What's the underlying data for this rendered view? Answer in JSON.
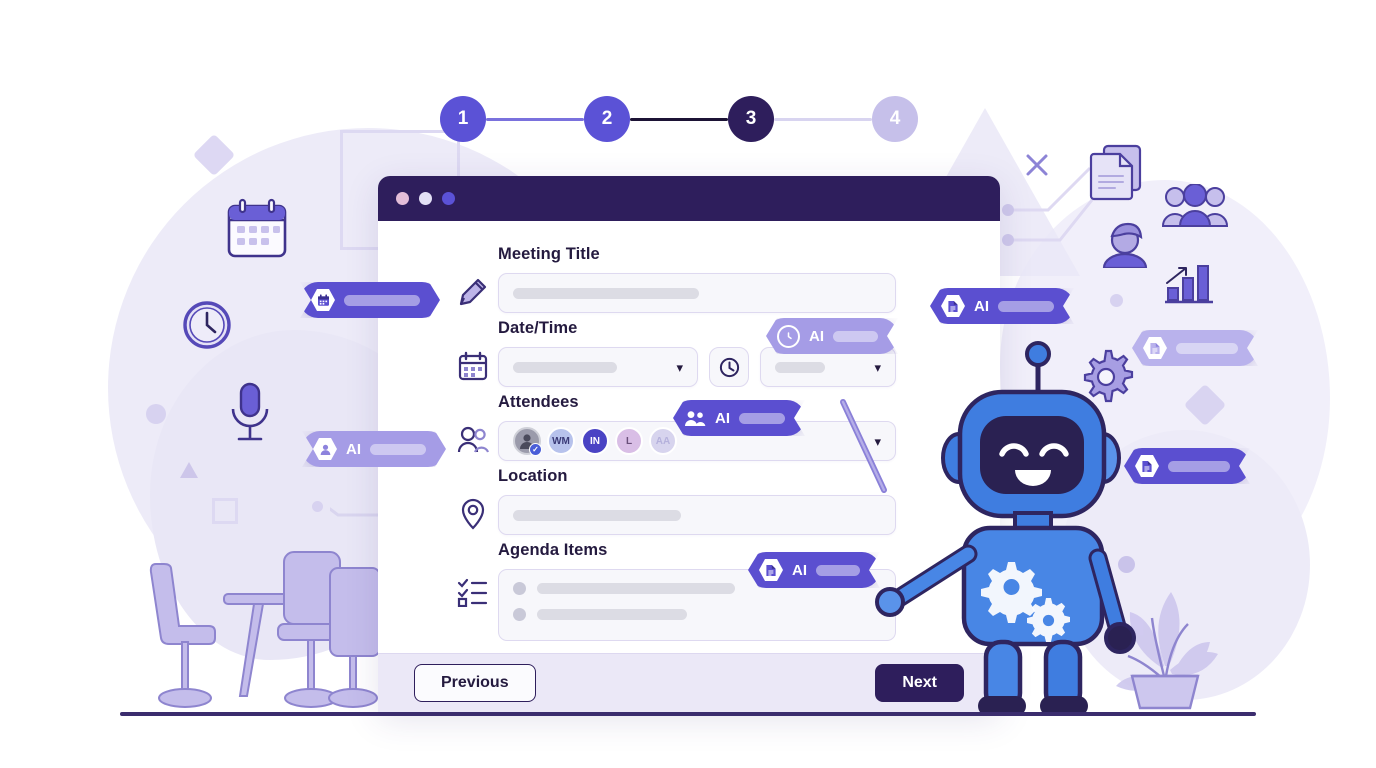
{
  "stepper": {
    "name": "progress-stepper",
    "steps": [
      {
        "number": "1",
        "state": "completed"
      },
      {
        "number": "2",
        "state": "completed"
      },
      {
        "number": "3",
        "state": "current"
      },
      {
        "number": "4",
        "state": "upcoming"
      }
    ],
    "current_step": 3,
    "total_steps": 4
  },
  "window": {
    "titlebar_dots": [
      "#e3bdd8",
      "#e3e0f5",
      "#5b52d6"
    ]
  },
  "form": {
    "fields": {
      "meeting_title": {
        "label": "Meeting Title",
        "icon": "pencil-icon",
        "value": "",
        "placeholder": ""
      },
      "date_time": {
        "label": "Date/Time",
        "icon": "calendar-icon",
        "date_value": "",
        "time_value": "",
        "clock_button_icon": "clock-icon"
      },
      "attendees": {
        "label": "Attendees",
        "icon": "people-icon",
        "chips": [
          {
            "initials": "",
            "type": "photo",
            "verified": true,
            "color": "#9b9bab"
          },
          {
            "initials": "WM",
            "type": "initials",
            "verified": false,
            "color": "#b7c2ec"
          },
          {
            "initials": "IN",
            "type": "initials",
            "verified": false,
            "color": "#4a43c4"
          },
          {
            "initials": "L",
            "type": "initials",
            "verified": false,
            "color": "#d9bee6"
          },
          {
            "initials": "AA",
            "type": "initials",
            "verified": false,
            "color": "#d7d4ee"
          }
        ]
      },
      "location": {
        "label": "Location",
        "icon": "map-pin-icon",
        "value": "",
        "placeholder": ""
      },
      "agenda_items": {
        "label": "Agenda Items",
        "icon": "checklist-icon",
        "items": [
          "",
          ""
        ]
      }
    }
  },
  "footer": {
    "previous_label": "Previous",
    "next_label": "Next"
  },
  "ai_badges": [
    {
      "id": "badge-calendar-left",
      "text": "",
      "icon": "calendar-icon",
      "style": "dark",
      "side": "left"
    },
    {
      "id": "badge-person-left",
      "text": "AI",
      "icon": "person-icon",
      "style": "light",
      "side": "left"
    },
    {
      "id": "badge-clock-datetime",
      "text": "AI",
      "icon": "clock-icon",
      "style": "light",
      "side": "right"
    },
    {
      "id": "badge-people-attendees",
      "text": "AI",
      "icon": "people-icon",
      "style": "dark",
      "side": "right"
    },
    {
      "id": "badge-doc-agenda",
      "text": "AI",
      "icon": "document-icon",
      "style": "dark",
      "side": "right"
    },
    {
      "id": "badge-doc-right-top",
      "text": "AI",
      "icon": "document-icon",
      "style": "dark",
      "side": "right"
    },
    {
      "id": "badge-doc-right-mid",
      "text": "",
      "icon": "document-icon",
      "style": "lighter",
      "side": "right"
    },
    {
      "id": "badge-doc-right-bottom",
      "text": "",
      "icon": "document-icon",
      "style": "dark",
      "side": "right"
    }
  ],
  "decorations": {
    "left": [
      "calendar-illustration",
      "clock-illustration",
      "microphone-illustration",
      "table-and-chairs-illustration"
    ],
    "right": [
      "documents-illustration",
      "group-people-illustration",
      "person-avatar-illustration",
      "bar-chart-illustration",
      "gear-illustration",
      "potted-plant-illustration"
    ],
    "mascot": "robot-mascot-with-pointer"
  },
  "colors": {
    "accent": "#5b52d6",
    "dark": "#2e1e5c",
    "light_purple": "#a59ce6",
    "panel_bg": "#f7f7fb",
    "footer_bg": "#ebe8f7"
  }
}
